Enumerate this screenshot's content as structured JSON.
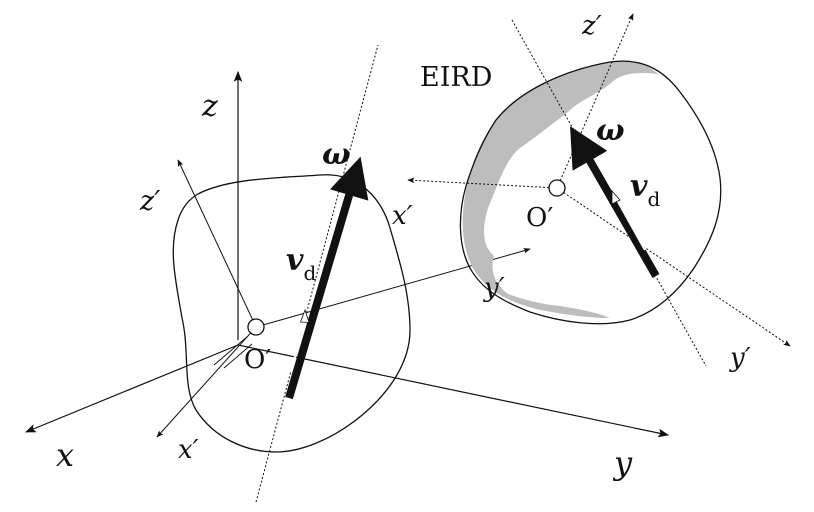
{
  "labels": {
    "eird": "EIRD",
    "z": "z",
    "x": "x",
    "y": "y",
    "z_prime_left": "z′",
    "x_prime_left": "x′",
    "origin_left": "O′",
    "omega_left": "ω",
    "v_left": "v",
    "v_sub_left": "d",
    "z_prime_right": "z′",
    "x_prime_right": "x′",
    "y_prime_mid": "y′",
    "y_prime_right": "y′",
    "origin_right": "O′",
    "omega_right": "ω",
    "v_right": "v",
    "v_sub_right": "d"
  },
  "colors": {
    "ink": "#111111",
    "shaded_region": "#bdbdbd",
    "background": "#ffffff"
  }
}
